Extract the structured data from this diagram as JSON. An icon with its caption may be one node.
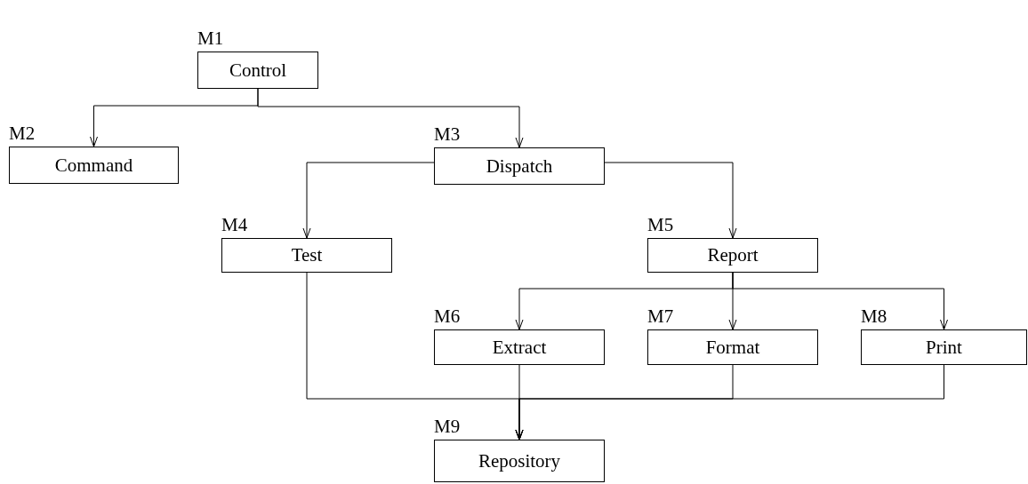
{
  "diagram": {
    "nodes": [
      {
        "text": [
          "Control"
        ],
        "beside": [
          "M1"
        ]
      },
      {
        "text": [
          "Command"
        ],
        "beside": [
          "M2"
        ]
      },
      {
        "text": [
          "Dispatch"
        ],
        "beside": [
          "M3"
        ]
      },
      {
        "text": [
          "Test"
        ],
        "beside": [
          "M4"
        ]
      },
      {
        "text": [
          "Report"
        ],
        "beside": [
          "M5"
        ]
      },
      {
        "text": [
          "Extract"
        ],
        "beside": [
          "M6"
        ]
      },
      {
        "text": [
          "Format"
        ],
        "beside": [
          "M7"
        ]
      },
      {
        "text": [
          "Print"
        ],
        "beside": [
          "M8"
        ]
      },
      {
        "text": [
          "Repository"
        ],
        "beside": [
          "M9"
        ]
      }
    ],
    "edges": [
      {
        "from": 0,
        "to": 1,
        "arrow": "to"
      },
      {
        "from": 0,
        "to": 2,
        "arrow": "to"
      },
      {
        "from": 2,
        "to": 3,
        "arrow": "to"
      },
      {
        "from": 2,
        "to": 4,
        "arrow": "to"
      },
      {
        "from": 4,
        "to": 5,
        "arrow": "to"
      },
      {
        "from": 4,
        "to": 6,
        "arrow": "to"
      },
      {
        "from": 4,
        "to": 7,
        "arrow": "to"
      },
      {
        "from": 3,
        "to": 8,
        "arrow": "to"
      },
      {
        "from": 5,
        "to": 8,
        "arrow": "to"
      },
      {
        "from": 6,
        "to": 8,
        "arrow": "to"
      },
      {
        "from": 7,
        "to": 8,
        "arrow": "to"
      }
    ]
  }
}
